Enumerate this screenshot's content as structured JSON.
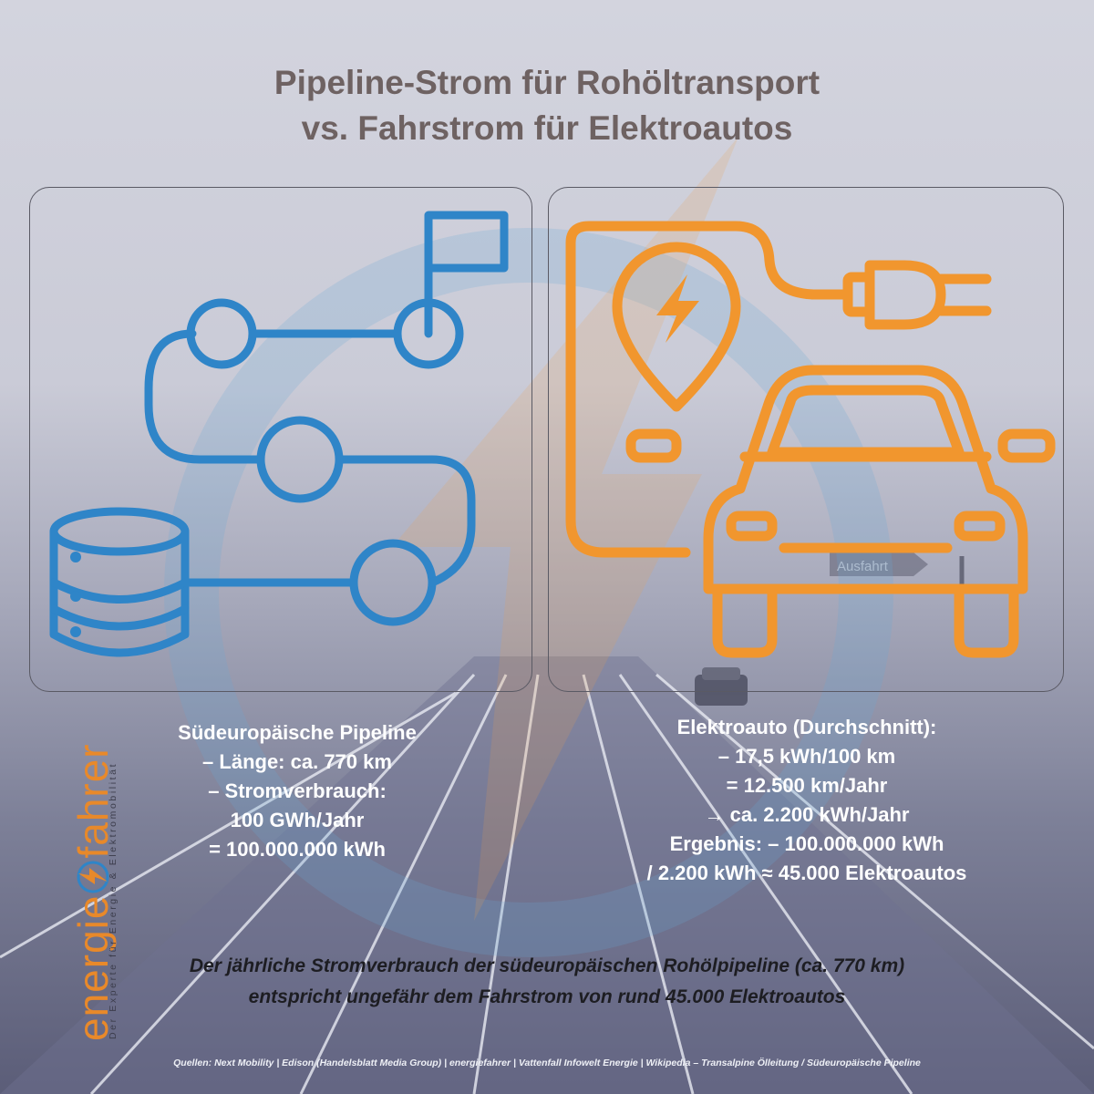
{
  "title": {
    "line1": "Pipeline-Strom für Rohöltransport",
    "line2": "vs. Fahrstrom für Elektroautos"
  },
  "icons": {
    "left": "pipeline-route-icon",
    "right": "ev-charging-car-icon",
    "left_color": "#2f85c8",
    "right_color": "#f1962e"
  },
  "road_sign": "Ausfahrt",
  "pipeline_stats": [
    "Südeuropäische Pipeline",
    "– Länge: ca. 770 km",
    "– Stromverbrauch:",
    "100 GWh/Jahr",
    "= 100.000.000 kWh"
  ],
  "ev_stats": [
    "Elektroauto (Durchschnitt):",
    "– 17,5 kWh/100 km",
    "= 12.500 km/Jahr",
    "→ ca. 2.200 kWh/Jahr",
    "Ergebnis: – 100.000.000 kWh",
    "/ 2.200 kWh ≈ 45.000 Elektroautos"
  ],
  "conclusion": {
    "line1": "Der jährliche Stromverbrauch der südeuropäischen Rohölpipeline (ca. 770 km)",
    "line2": "entspricht ungefähr dem Fahrstrom von rund 45.000 Elektroautos"
  },
  "sources": "Quellen: Next Mobility | Edison (Handelsblatt Media Group) | energiefahrer | Vattenfall Infowelt Energie | Wikipedia – Transalpine Ölleitung / Südeuropäische Pipeline",
  "logo": {
    "word_part1": "energie",
    "word_part2": "fahrer",
    "tagline": "Der Experte für Energie & Elektromobilität",
    "accent_color": "#e8892a"
  }
}
